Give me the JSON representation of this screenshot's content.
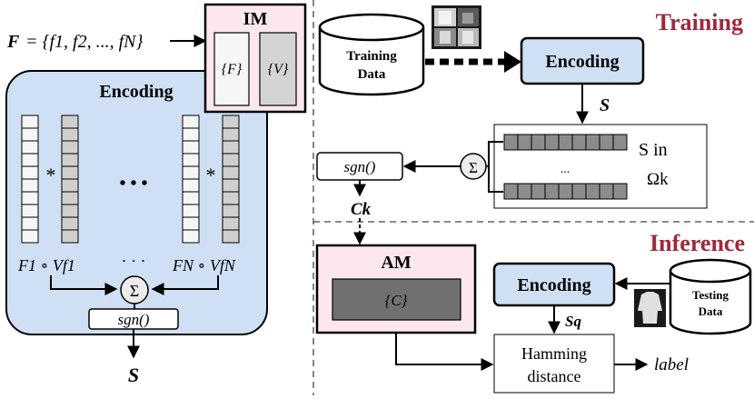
{
  "colors": {
    "encoding_fill": "#cfe0f5",
    "memory_fill": "#fce8ec",
    "vector_gray": "#cfcfcf",
    "class_vector": "#8c8c8c",
    "am_inner": "#707070",
    "title_red": "#a0283c",
    "line": "#000000"
  },
  "left": {
    "feature_set": "F = {f1, f2, ..., fN}",
    "feature_set_lhs": "F",
    "feature_set_rhs": "= {f1, f2, ..., fN}",
    "im_title": "IM",
    "im_f_set": "{F}",
    "im_v_set": "{V}",
    "encoding_title": "Encoding",
    "mult_symbol": "*",
    "dots": "• • •",
    "bind_label_1": "F1 ∘ Vf1",
    "bind_dots": "· · ·",
    "bind_label_n": "FN ∘ VfN",
    "sum_symbol": "Σ",
    "sgn_label": "sgn()",
    "output_symbol": "S"
  },
  "training": {
    "title": "Training",
    "training_data": "Training Data",
    "training_data_line1": "Training",
    "training_data_line2": "Data",
    "encoding": "Encoding",
    "s_symbol": "S",
    "class_label": "S in Ωk",
    "class_label_line1": "S in",
    "class_label_line2": "Ωk",
    "dots": "...",
    "sum_symbol": "Σ",
    "sgn_label": "sgn()",
    "ck_symbol": "Ck"
  },
  "inference": {
    "title": "Inference",
    "am_title": "AM",
    "am_set": "{C}",
    "encoding": "Encoding",
    "testing_data": "Testing Data",
    "testing_data_line1": "Testing",
    "testing_data_line2": "Data",
    "sq_symbol": "Sq",
    "hamming": "Hamming distance",
    "hamming_line1": "Hamming",
    "hamming_line2": "distance",
    "label_output": "label"
  }
}
